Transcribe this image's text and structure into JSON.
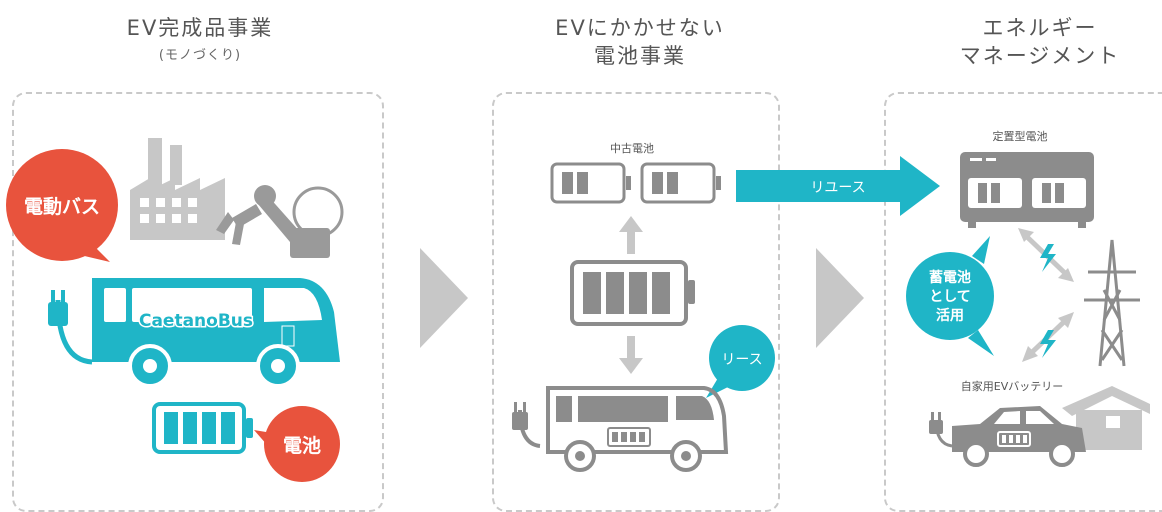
{
  "colors": {
    "red": "#e8533d",
    "teal": "#1fb5c7",
    "gray": "#8c8c8c",
    "lightgray": "#c7c7c7"
  },
  "section1": {
    "title": "EV完成品事業",
    "subtitle": "(モノづくり)",
    "bubble_bus": "電動バス",
    "bus_brand": "CaetanoBus",
    "bubble_battery": "電池"
  },
  "section2": {
    "title_line1": "EVにかかせない",
    "title_line2": "電池事業",
    "used_battery_label": "中古電池",
    "lease_bubble": "リース"
  },
  "reuse_arrow_label": "リユース",
  "section3": {
    "title_line1": "エネルギー",
    "title_line2": "マネージメント",
    "stationary_label": "定置型電池",
    "storage_bubble_l1": "蓄電池",
    "storage_bubble_l2": "として",
    "storage_bubble_l3": "活用",
    "home_ev_label": "自家用EVバッテリー"
  }
}
